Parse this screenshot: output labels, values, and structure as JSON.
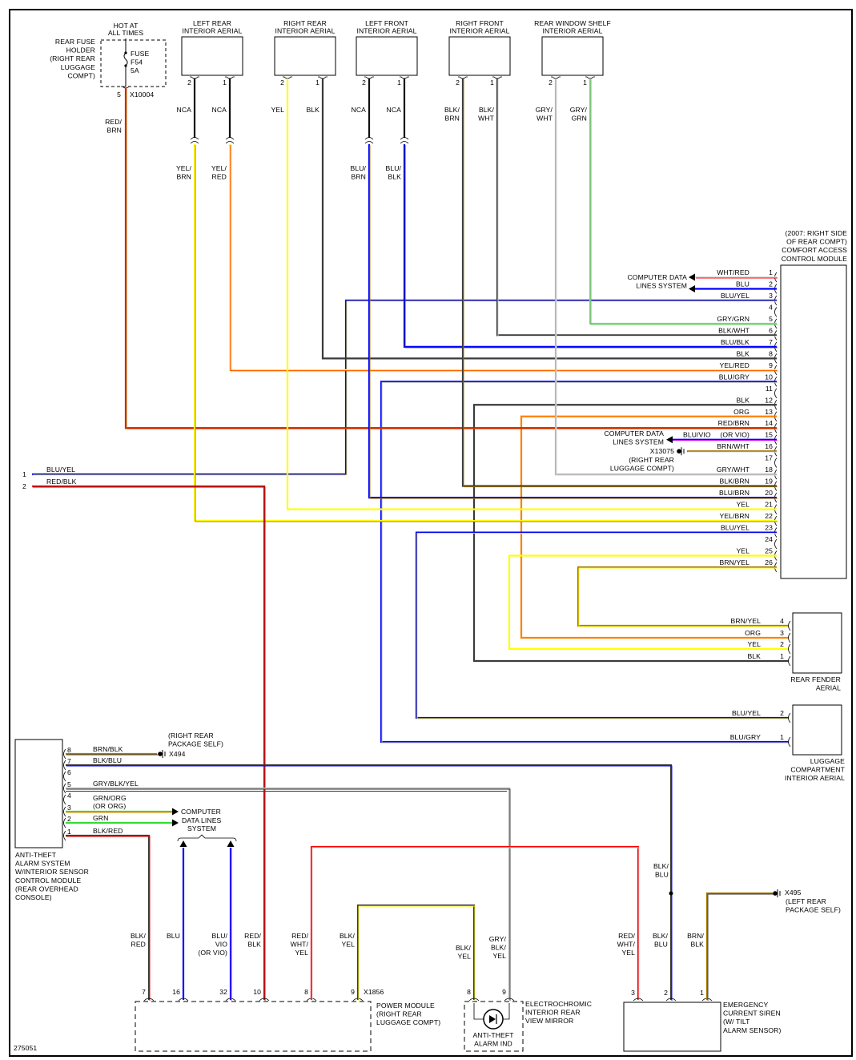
{
  "diagram_id": "275051",
  "colors": {
    "BLK": "#3a3a3a",
    "NCA": "#111111",
    "BLU": "#0000ff",
    "YEL": "#ffff00",
    "RED": "#ff0000",
    "BRN": "#a67800",
    "GRN": "#33dd33",
    "GRY": "#b4b4b4",
    "WHT": "#dcdcdc",
    "ORG": "#ff8000",
    "VIO": "#ff00ff"
  },
  "fuse_holder": {
    "hot_label": [
      "HOT AT",
      "ALL TIMES"
    ],
    "location": [
      "REAR FUSE",
      "HOLDER",
      "(RIGHT REAR",
      "LUGGAGE",
      "COMPT)"
    ],
    "fuse": [
      "FUSE",
      "F54",
      "5A"
    ],
    "pin": "5",
    "connector": "X10004",
    "wire": [
      "RED/",
      "BRN"
    ]
  },
  "aerials": [
    {
      "title": [
        "LEFT REAR",
        "INTERIOR AERIAL"
      ],
      "pins": [
        {
          "num": "2",
          "upper": [
            "NCA"
          ],
          "lower": [
            "YEL/",
            "BRN"
          ]
        },
        {
          "num": "1",
          "upper": [
            "NCA"
          ],
          "lower": [
            "YEL/",
            "RED"
          ]
        }
      ]
    },
    {
      "title": [
        "RIGHT REAR",
        "INTERIOR AERIAL"
      ],
      "pins": [
        {
          "num": "2",
          "upper": [
            "YEL"
          ]
        },
        {
          "num": "1",
          "upper": [
            "BLK"
          ]
        }
      ]
    },
    {
      "title": [
        "LEFT FRONT",
        "INTERIOR AERIAL"
      ],
      "pins": [
        {
          "num": "2",
          "upper": [
            "NCA"
          ],
          "lower": [
            "BLU/",
            "BRN"
          ]
        },
        {
          "num": "1",
          "upper": [
            "NCA"
          ],
          "lower": [
            "BLU/",
            "BLK"
          ]
        }
      ]
    },
    {
      "title": [
        "RIGHT FRONT",
        "INTERIOR AERIAL"
      ],
      "pins": [
        {
          "num": "2",
          "upper": [
            "BLK/",
            "BRN"
          ]
        },
        {
          "num": "1",
          "upper": [
            "BLK/",
            "WHT"
          ]
        }
      ]
    },
    {
      "title": [
        "REAR WINDOW SHELF",
        "INTERIOR AERIAL"
      ],
      "pins": [
        {
          "num": "2",
          "upper": [
            "GRY/",
            "WHT"
          ]
        },
        {
          "num": "1",
          "upper": [
            "GRY/",
            "GRN"
          ]
        }
      ]
    }
  ],
  "cacm": {
    "title": [
      "(2007: RIGHT SIDE",
      "OF REAR COMPT)",
      "COMFORT ACCESS",
      "CONTROL MODULE"
    ],
    "pins": [
      {
        "num": "1",
        "wire": "WHT/RED"
      },
      {
        "num": "2",
        "wire": "BLU"
      },
      {
        "num": "3",
        "wire": "BLU/YEL"
      },
      {
        "num": "4",
        "wire": ""
      },
      {
        "num": "5",
        "wire": "GRY/GRN"
      },
      {
        "num": "6",
        "wire": "BLK/WHT"
      },
      {
        "num": "7",
        "wire": "BLU/BLK"
      },
      {
        "num": "8",
        "wire": "BLK"
      },
      {
        "num": "9",
        "wire": "YEL/RED"
      },
      {
        "num": "10",
        "wire": "BLU/GRY"
      },
      {
        "num": "11",
        "wire": ""
      },
      {
        "num": "12",
        "wire": "BLK"
      },
      {
        "num": "13",
        "wire": "ORG"
      },
      {
        "num": "14",
        "wire": "RED/BRN"
      },
      {
        "num": "15",
        "wire": "BLU/VIO",
        "note": "(OR VIO)"
      },
      {
        "num": "16",
        "wire": "BRN/WHT"
      },
      {
        "num": "17",
        "wire": ""
      },
      {
        "num": "18",
        "wire": "GRY/WHT"
      },
      {
        "num": "19",
        "wire": "BLK/BRN"
      },
      {
        "num": "20",
        "wire": "BLU/BRN"
      },
      {
        "num": "21",
        "wire": "YEL"
      },
      {
        "num": "22",
        "wire": "YEL/BRN"
      },
      {
        "num": "23",
        "wire": "BLU/YEL"
      },
      {
        "num": "24",
        "wire": ""
      },
      {
        "num": "25",
        "wire": "YEL"
      },
      {
        "num": "26",
        "wire": "BRN/YEL"
      }
    ],
    "cdl_label": [
      "COMPUTER DATA",
      "LINES SYSTEM"
    ],
    "ground": {
      "connector": "X13075",
      "location": [
        "(RIGHT REAR",
        "LUGGAGE COMPT)"
      ]
    }
  },
  "left_refs": [
    {
      "num": "1",
      "wire": "BLU/YEL"
    },
    {
      "num": "2",
      "wire": "RED/BLK"
    }
  ],
  "rear_fender": {
    "title": [
      "REAR FENDER",
      "AERIAL"
    ],
    "pins": [
      {
        "num": "4",
        "wire": "BRN/YEL"
      },
      {
        "num": "3",
        "wire": "ORG"
      },
      {
        "num": "2",
        "wire": "YEL"
      },
      {
        "num": "1",
        "wire": "BLK"
      }
    ]
  },
  "luggage": {
    "title": [
      "LUGGAGE",
      "COMPARTMENT",
      "INTERIOR AERIAL"
    ],
    "pins": [
      {
        "num": "2",
        "wire": "BLU/YEL"
      },
      {
        "num": "1",
        "wire": "BLU/GRY"
      }
    ]
  },
  "anti_theft": {
    "title": [
      "ANTI-THEFT",
      "ALARM SYSTEM",
      "W/INTERIOR SENSOR",
      "CONTROL MODULE",
      "(REAR OVERHEAD",
      "CONSOLE)"
    ],
    "pins": [
      {
        "num": "8",
        "wire": [
          "BRN/BLK"
        ]
      },
      {
        "num": "7",
        "wire": [
          "BLK/BLU"
        ]
      },
      {
        "num": "6",
        "wire": []
      },
      {
        "num": "5",
        "wire": [
          "GRY/BLK/YEL"
        ]
      },
      {
        "num": "4",
        "wire": []
      },
      {
        "num": "3",
        "wire": [
          "GRN/ORG",
          "(OR ORG)"
        ]
      },
      {
        "num": "2",
        "wire": [
          "GRN"
        ]
      },
      {
        "num": "1",
        "wire": [
          "BLK/RED"
        ]
      }
    ],
    "ground": {
      "connector": "X494",
      "location": [
        "(RIGHT REAR",
        "PACKAGE SELF)"
      ]
    },
    "cdl_label": [
      "COMPUTER",
      "DATA LINES",
      "SYSTEM"
    ]
  },
  "power_module": {
    "title": [
      "POWER MODULE",
      "(RIGHT REAR",
      "LUGGAGE COMPT)"
    ],
    "connector": "X1856",
    "pins": [
      {
        "num": "7",
        "wire": [
          "BLK/",
          "RED"
        ]
      },
      {
        "num": "16",
        "wire": [
          "BLU"
        ]
      },
      {
        "num": "32",
        "wire": [
          "BLU/",
          "VIO",
          "(OR VIO)"
        ]
      },
      {
        "num": "10",
        "wire": [
          "RED/",
          "BLK"
        ]
      },
      {
        "num": "8",
        "wire": [
          "RED/",
          "WHT/",
          "YEL"
        ]
      },
      {
        "num": "9",
        "wire": [
          "BLK/",
          "YEL"
        ]
      }
    ]
  },
  "mirror": {
    "title": [
      "ELECTROCHROMIC",
      "INTERIOR REAR",
      "VIEW MIRROR"
    ],
    "indicator": [
      "ANTI-THEFT",
      "ALARM IND"
    ],
    "pins": [
      {
        "num": "8",
        "wire": [
          "BLK/",
          "YEL"
        ]
      },
      {
        "num": "9",
        "wire": [
          "GRY/",
          "BLK/",
          "YEL"
        ]
      }
    ]
  },
  "siren": {
    "title": [
      "EMERGENCY",
      "CURRENT SIREN",
      "(W/ TILT",
      "ALARM SENSOR)"
    ],
    "pins": [
      {
        "num": "3",
        "wire": [
          "RED/",
          "WHT/",
          "YEL"
        ]
      },
      {
        "num": "2",
        "wire": [
          "BLK/",
          "BLU"
        ]
      },
      {
        "num": "1",
        "wire": [
          "BRN/",
          "BLK"
        ]
      }
    ],
    "upper_wire": [
      "BLK/",
      "BLU"
    ],
    "ground": {
      "connector": "X495",
      "location": [
        "(LEFT REAR",
        "PACKAGE SELF)"
      ]
    }
  }
}
